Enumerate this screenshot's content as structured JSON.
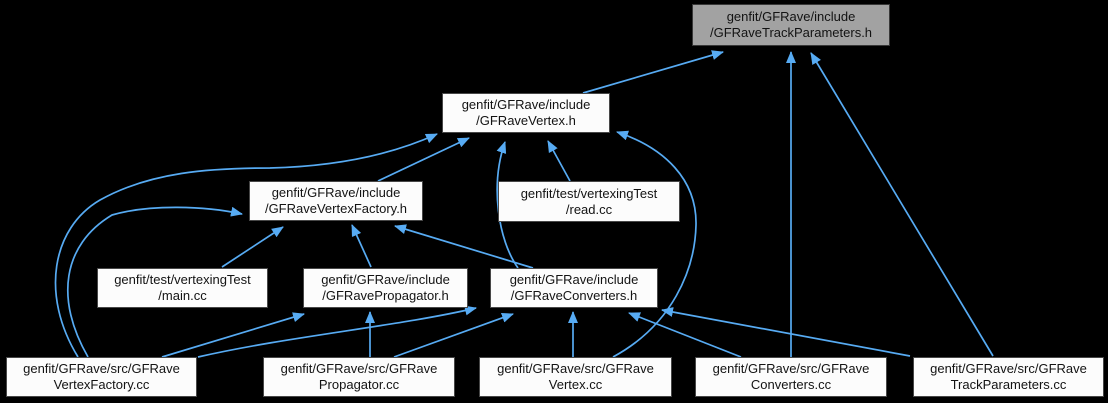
{
  "graph": {
    "title": "Doxygen included-by dependency graph for GFRaveTrackParameters.h",
    "background_color": "#000000",
    "edge_color": "#57ABF3",
    "root_node_fill": "#A2A2A2",
    "node_fill": "#FCFCFC",
    "node_border": "#474747",
    "nodes": [
      {
        "id": "gfrave-track-parameters-h",
        "kind": "root",
        "line1": "genfit/GFRave/include",
        "line2": "/GFRaveTrackParameters.h"
      },
      {
        "id": "gfrave-vertex-h",
        "kind": "file",
        "line1": "genfit/GFRave/include",
        "line2": "/GFRaveVertex.h"
      },
      {
        "id": "gfrave-vertex-factory-h",
        "kind": "file",
        "line1": "genfit/GFRave/include",
        "line2": "/GFRaveVertexFactory.h"
      },
      {
        "id": "read-cc",
        "kind": "file",
        "line1": "genfit/test/vertexingTest",
        "line2": "/read.cc"
      },
      {
        "id": "main-cc",
        "kind": "file",
        "line1": "genfit/test/vertexingTest",
        "line2": "/main.cc"
      },
      {
        "id": "gfrave-propagator-h",
        "kind": "file",
        "line1": "genfit/GFRave/include",
        "line2": "/GFRavePropagator.h"
      },
      {
        "id": "gfrave-converters-h",
        "kind": "file",
        "line1": "genfit/GFRave/include",
        "line2": "/GFRaveConverters.h"
      },
      {
        "id": "gfrave-vertex-factory-cc",
        "kind": "file",
        "line1": "genfit/GFRave/src/GFRave",
        "line2": "VertexFactory.cc"
      },
      {
        "id": "gfrave-propagator-cc",
        "kind": "file",
        "line1": "genfit/GFRave/src/GFRave",
        "line2": "Propagator.cc"
      },
      {
        "id": "gfrave-vertex-cc",
        "kind": "file",
        "line1": "genfit/GFRave/src/GFRave",
        "line2": "Vertex.cc"
      },
      {
        "id": "gfrave-converters-cc",
        "kind": "file",
        "line1": "genfit/GFRave/src/GFRave",
        "line2": "Converters.cc"
      },
      {
        "id": "gfrave-track-parameters-cc",
        "kind": "file",
        "line1": "genfit/GFRave/src/GFRave",
        "line2": "TrackParameters.cc"
      }
    ],
    "edges": [
      {
        "from": "gfrave-vertex-h",
        "to": "gfrave-track-parameters-h"
      },
      {
        "from": "gfrave-converters-cc",
        "to": "gfrave-track-parameters-h"
      },
      {
        "from": "gfrave-track-parameters-cc",
        "to": "gfrave-track-parameters-h"
      },
      {
        "from": "gfrave-vertex-factory-h",
        "to": "gfrave-vertex-h"
      },
      {
        "from": "read-cc",
        "to": "gfrave-vertex-h"
      },
      {
        "from": "gfrave-converters-h",
        "to": "gfrave-vertex-h"
      },
      {
        "from": "gfrave-vertex-factory-cc",
        "to": "gfrave-vertex-h"
      },
      {
        "from": "gfrave-vertex-cc",
        "to": "gfrave-vertex-h"
      },
      {
        "from": "main-cc",
        "to": "gfrave-vertex-factory-h"
      },
      {
        "from": "gfrave-propagator-h",
        "to": "gfrave-vertex-factory-h"
      },
      {
        "from": "gfrave-converters-h",
        "to": "gfrave-vertex-factory-h"
      },
      {
        "from": "gfrave-vertex-factory-cc",
        "to": "gfrave-vertex-factory-h"
      },
      {
        "from": "gfrave-vertex-factory-cc",
        "to": "gfrave-propagator-h"
      },
      {
        "from": "gfrave-propagator-cc",
        "to": "gfrave-propagator-h"
      },
      {
        "from": "gfrave-vertex-cc",
        "to": "gfrave-converters-h"
      },
      {
        "from": "gfrave-converters-cc",
        "to": "gfrave-converters-h"
      },
      {
        "from": "gfrave-track-parameters-cc",
        "to": "gfrave-converters-h"
      },
      {
        "from": "gfrave-vertex-factory-cc",
        "to": "gfrave-converters-h"
      },
      {
        "from": "gfrave-propagator-cc",
        "to": "gfrave-converters-h"
      }
    ]
  }
}
